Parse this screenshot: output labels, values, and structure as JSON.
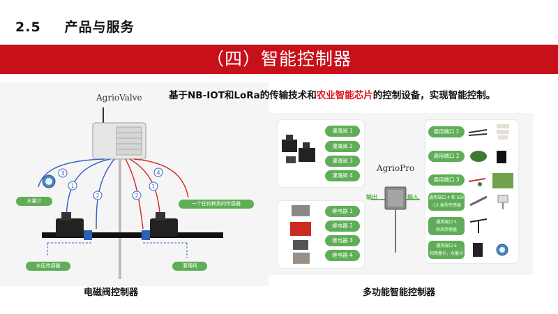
{
  "section": {
    "number": "2.5",
    "title": "产品与服务"
  },
  "banner": {
    "title": "（四）智能控制器"
  },
  "description": {
    "part1": "基于NB-IOT和LoRa的传输技术和",
    "highlight": "农业智能芯片",
    "part2": "的控制设备，实现智能控制。"
  },
  "left_figure": {
    "brand": "AgrioValve",
    "labels": {
      "water_meter": "水量计",
      "any_sensor": "一个任何种类的传感器",
      "pressure_sensor": "水压传感器",
      "irrigation_valve": "灌溉阀"
    },
    "numbers": [
      "3",
      "1",
      "2",
      "2",
      "1",
      "4"
    ],
    "caption": "电磁阀控制器"
  },
  "right_figure": {
    "brand": "AgrioPro",
    "output_label": "输出",
    "input_label": "输入",
    "valves": [
      "灌溉阀 1",
      "灌溉阀 2",
      "灌溉阀 3",
      "灌溉阀 4"
    ],
    "relays": [
      "继电器 1",
      "继电器 2",
      "继电器 3",
      "继电器 4"
    ],
    "ports": [
      {
        "line1": "通用端口 1",
        "line2": ""
      },
      {
        "line1": "通用端口 2",
        "line2": ""
      },
      {
        "line1": "通用端口 3",
        "line2": ""
      },
      {
        "line1": "通用端口 4 和 SDI",
        "line2": "-12 类型传感器"
      },
      {
        "line1": "通用端口 5",
        "line2": "和风传感器"
      },
      {
        "line1": "通用端口 6",
        "line2": "和雨量计，水量计"
      }
    ],
    "caption": "多功能智能控制器"
  },
  "colors": {
    "brand_red": "#c8101a",
    "highlight_red": "#d9141b",
    "label_green": "#5fae57",
    "background": "#ffffff"
  }
}
